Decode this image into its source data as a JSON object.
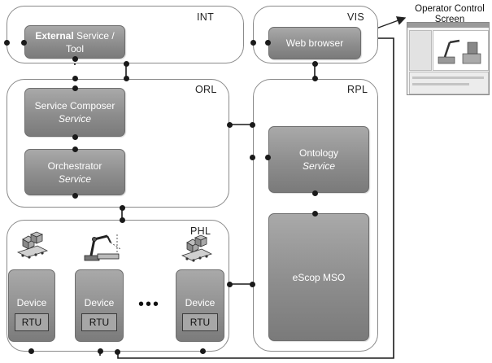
{
  "layers": {
    "int": "INT",
    "vis": "VIS",
    "orl": "ORL",
    "rpl": "RPL",
    "phl": "PHL"
  },
  "components": {
    "external_service_bold": "External",
    "external_service_rest": " Service /",
    "external_service_line2": "Tool",
    "web_browser": "Web browser",
    "service_composer": "Service Composer",
    "service_composer_sub": "Service",
    "orchestrator": "Orchestrator",
    "orchestrator_sub": "Service",
    "ontology": "Ontology",
    "ontology_sub": "Service",
    "escop_mso": "eScop MSO"
  },
  "devices": [
    {
      "label": "Device",
      "rtu": "RTU",
      "icon": "conveyor-boxes-icon"
    },
    {
      "label": "Device",
      "rtu": "RTU",
      "icon": "robot-arm-icon"
    },
    {
      "label": "Device",
      "rtu": "RTU",
      "icon": "conveyor-boxes-icon"
    }
  ],
  "ellipsis": "•••",
  "operator_screen": {
    "caption_line1": "Operator Control",
    "caption_line2": "Screen"
  },
  "colors": {
    "box_fill": "#8d8d8d",
    "layer_border": "#8a8a8a",
    "connector": "#1a1a1a"
  }
}
